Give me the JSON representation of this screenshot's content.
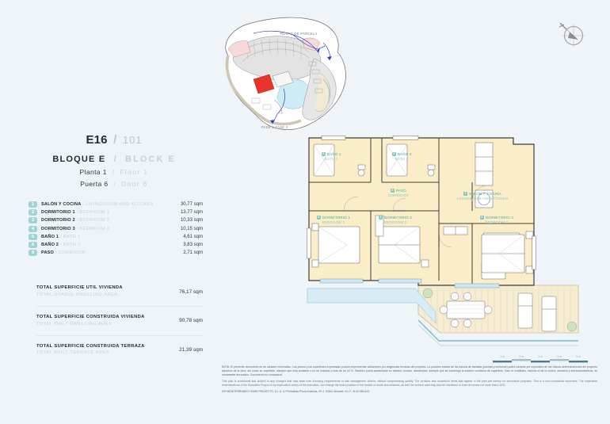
{
  "background_color": "#eef4f7",
  "accent_color": "#9fd4d2",
  "plan_label_color": "#3aa89c",
  "muted_color": "#c6d4d9",
  "compass": {
    "icon": "north-arrow-compass-icon"
  },
  "site_plan": {
    "icon": "site-plan-drawing",
    "labels": {
      "resto": "RESTO DE PARCELA",
      "fases": "FASE 1   FASE 2"
    }
  },
  "unit": {
    "code": "E16",
    "separator": "/",
    "number": "101",
    "block": {
      "es": "BLOQUE  E",
      "separator": "/",
      "en": "BLOCK   E"
    },
    "floor": {
      "es": "Planta 1",
      "separator": "/",
      "en": "Floor   1"
    },
    "door": {
      "es": "Puerta 6",
      "separator": "/",
      "en": "Door   6"
    }
  },
  "rooms": [
    {
      "num": "1",
      "es": "SALÓN Y COCINA",
      "en": "LIVINGROOM AND KITCHEN",
      "area": "30,77",
      "unit": "sqm"
    },
    {
      "num": "2",
      "es": "DORMITORIO 1",
      "en": "BEDROOM 1",
      "area": "13,77",
      "unit": "sqm"
    },
    {
      "num": "3",
      "es": "DORMITORIO 2",
      "en": "BEDROOM 2",
      "area": "10,33",
      "unit": "sqm"
    },
    {
      "num": "4",
      "es": "DORMITORIO 3",
      "en": "BEDROOM 3",
      "area": "10,15",
      "unit": "sqm"
    },
    {
      "num": "5",
      "es": "BAÑO 1",
      "en": "BATH 1",
      "area": "4,61",
      "unit": "sqm"
    },
    {
      "num": "6",
      "es": "BAÑO 2",
      "en": "BATH 2",
      "area": "3,83",
      "unit": "sqm"
    },
    {
      "num": "8",
      "es": "PASO",
      "en": "CORRIDOR",
      "area": "2,71",
      "unit": "sqm"
    }
  ],
  "totals": [
    {
      "es": "TOTAL SUPERFICIE UTIL VIVIENDA",
      "en": "TOTAL USABLE DWELLING AREA",
      "value": "76,17",
      "unit": "sqm"
    },
    {
      "es": "TOTAL SUPERFICIE CONSTRUIDA VIVIENDA",
      "en": "TOTAL BUILT DWELLING AREA",
      "value": "90,78",
      "unit": "sqm"
    },
    {
      "es": "TOTAL SUPERFICIE CONSTRUIDA TERRAZA",
      "en": "TOTAL BUILT TERRACE AREA",
      "value": "21,39",
      "unit": "sqm"
    }
  ],
  "plan_tags": [
    {
      "num": "5",
      "es": "BAÑO 1",
      "en": "BATH 1"
    },
    {
      "num": "6",
      "es": "BAÑO 2",
      "en": "BATH 2"
    },
    {
      "num": "8",
      "es": "PASO",
      "en": "CORRIDOR"
    },
    {
      "num": "1",
      "es": "SALÓN Y COCINA",
      "en": "LIVINGROOM AND KITCHEN"
    },
    {
      "num": "2",
      "es": "DORMITORIO 1",
      "en": "BEDROOM 1"
    },
    {
      "num": "3",
      "es": "DORMITORIO 2",
      "en": "BEDROOM 2"
    },
    {
      "num": "4",
      "es": "DORMITORIO 3",
      "en": "BEDROOM 3"
    }
  ],
  "scale": {
    "ticks": [
      "1 m",
      "2 m",
      "3 m",
      "4 m",
      "5 m"
    ]
  },
  "legal": {
    "es": "NOTA: El presente documento es de carácter informativo. Los planos y las superficies expresadas podrán experimentar variaciones por exigencias técnicas del proyecto. La posición exacta de los huecos de fachada (puertas y ventanas) podrá variarse por imperativo de las futuras determinaciones del proyecto ejecutivo de la obra, así como su superficie, siempre que ésta aumente o no se reduzca o más de un 10 %. También podrá aumentarse su número, incluso, disminuirse, siempre que se mantenga la anterior condición de superficie. Todo el mobiliario, incluido el de la cocina, armarios y electrodomésticos, es meramente decorativo. Documento no contractual.",
    "en": "This plan is provisional and subject to any changes that may arise from licensing requirements or site management criteria, without compromising quality. The furniture and household items that appear in the plan are merely for decorative purposes. This is a non-contractual document. The imperative determinations of the Executive Project or by implications works of the execution, can change the exact position of the facade of doors and windows, as well the surface area may also be increased or even decrease not more that a 10%.",
    "firm": "DIP MEDITERRANEO HOME PROJECTS, S.L.U. C/ Periodista Pirula Arderius, Nº 4. 03001 Alicante. N.I.F.: B-42.580.613"
  }
}
